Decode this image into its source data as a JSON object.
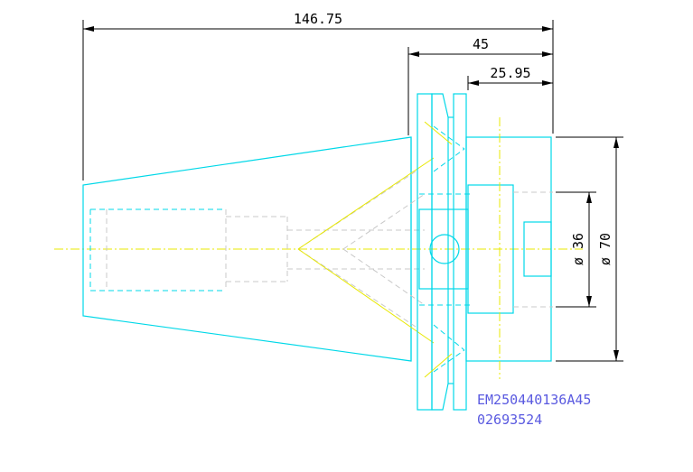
{
  "dimensions": {
    "overall_length": "146.75",
    "flange_length": "45",
    "body_length": "25.95",
    "inner_diameter": "ø 36",
    "outer_diameter": "ø 70"
  },
  "part_number": {
    "line1": "EM250440136A45",
    "line2": "02693524"
  },
  "colors": {
    "outline": "#00d8e8",
    "center_line": "#e8e800",
    "hidden_line": "#c8c8c8",
    "dimension": "#000000",
    "label": "#5a5ae0"
  }
}
